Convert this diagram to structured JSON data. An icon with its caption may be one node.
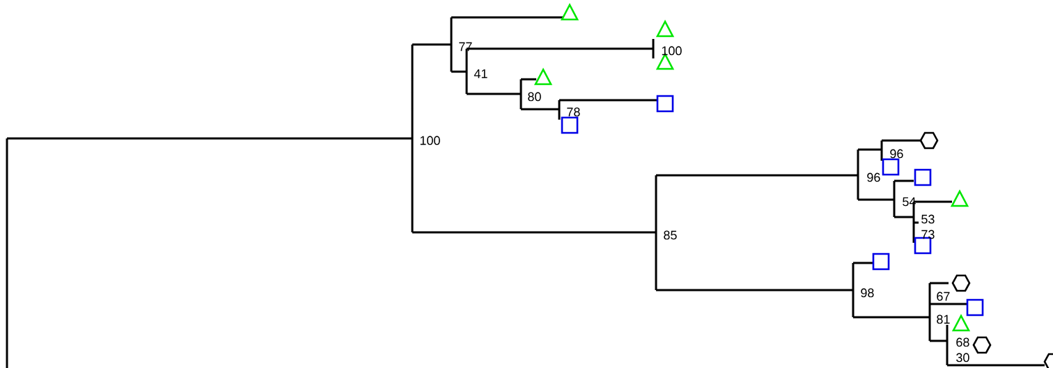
{
  "diagram": {
    "labels": [
      "77",
      "100",
      "41",
      "80",
      "78",
      "100",
      "96",
      "96",
      "54",
      "53",
      "73",
      "85",
      "98",
      "67",
      "81",
      "68",
      "30"
    ]
  }
}
